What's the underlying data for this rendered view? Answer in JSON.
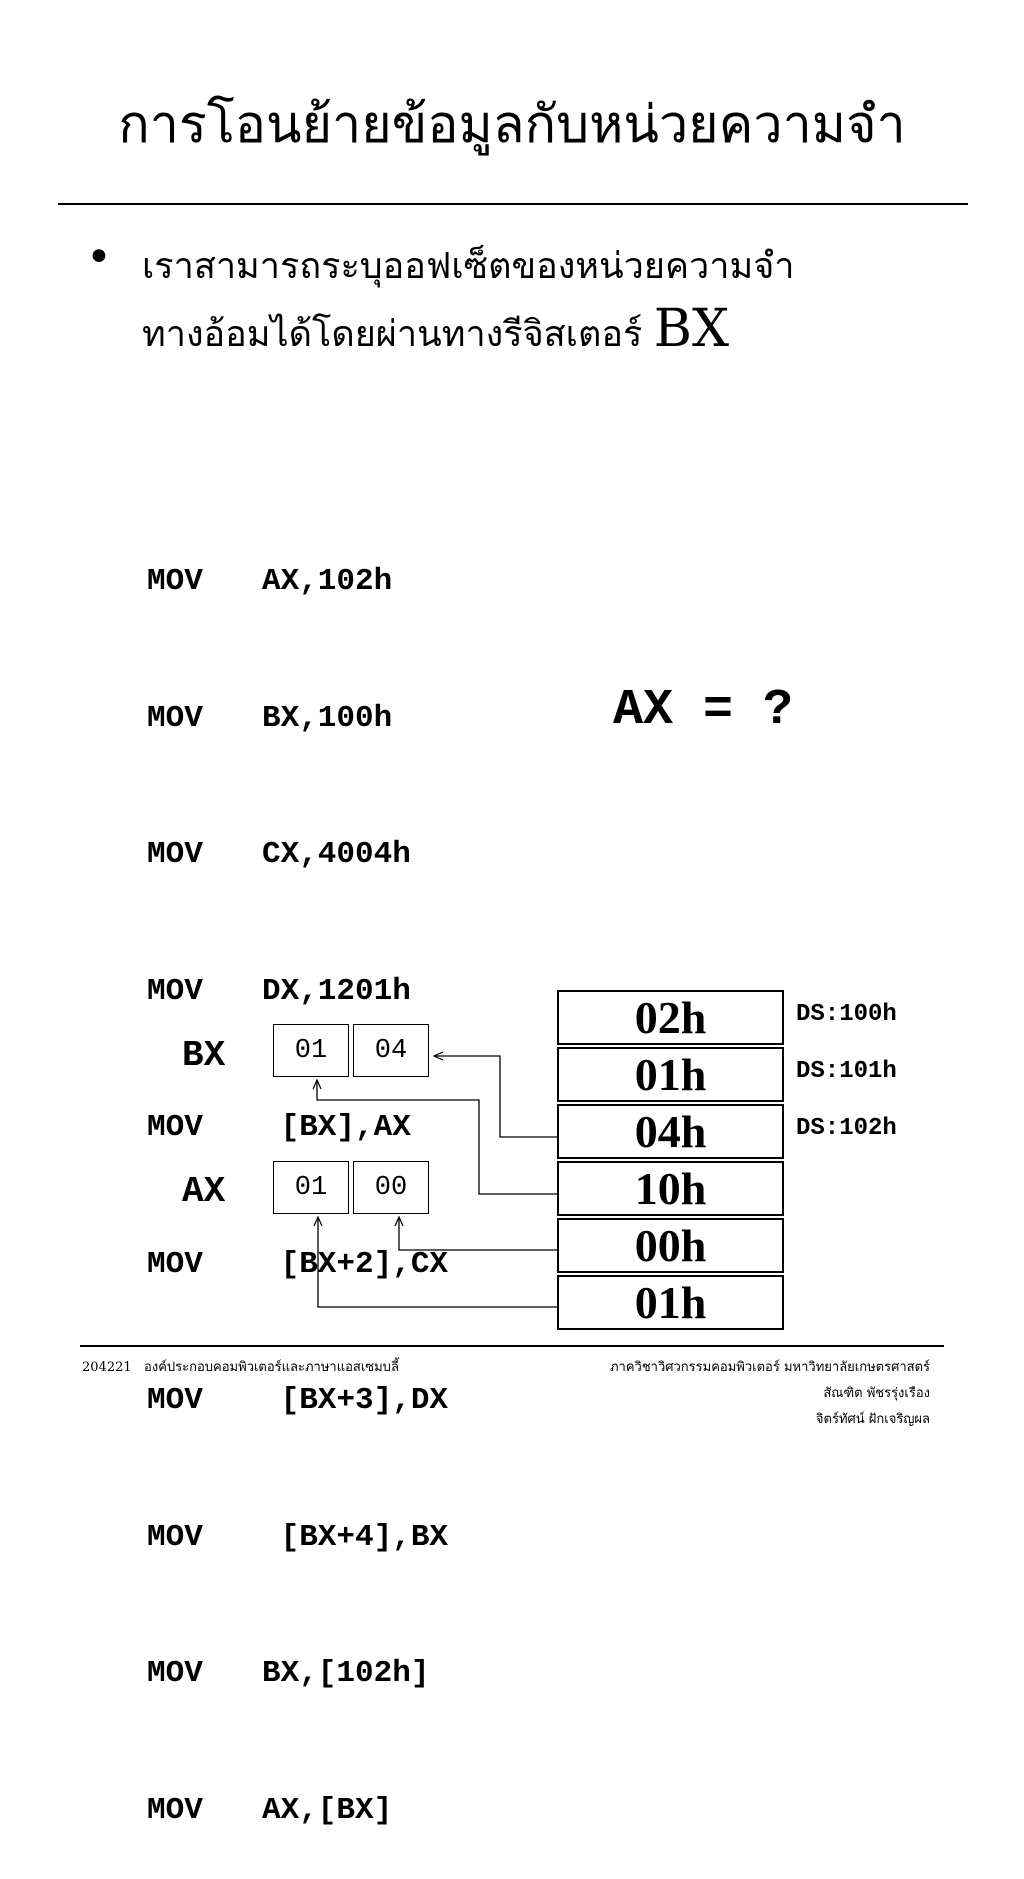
{
  "title": "การโอนย้ายข้อมูลกับหน่วยความจำ",
  "bullet": {
    "line1": "เราสามารถระบุออฟเซ็ตของหน่วยความจำ",
    "line2_text": "ทางอ้อมได้โดยผ่านทางรีจิสเตอร์",
    "line2_reg": "BX"
  },
  "code": [
    {
      "op": "MOV",
      "args": "AX,102h"
    },
    {
      "op": "MOV",
      "args": "BX,100h"
    },
    {
      "op": "MOV",
      "args": "CX,4004h"
    },
    {
      "op": "MOV",
      "args": "DX,1201h"
    },
    {
      "op": "MOV",
      "args": " [BX],AX"
    },
    {
      "op": "MOV",
      "args": " [BX+2],CX"
    },
    {
      "op": "MOV",
      "args": " [BX+3],DX"
    },
    {
      "op": "MOV",
      "args": " [BX+4],BX"
    },
    {
      "op": "MOV",
      "args": "BX,[102h]"
    },
    {
      "op": "MOV",
      "args": "AX,[BX]"
    }
  ],
  "question": "AX = ?",
  "registers": {
    "bx": {
      "label": "BX",
      "high": "01",
      "low": "04"
    },
    "ax": {
      "label": "AX",
      "high": "01",
      "low": "00"
    }
  },
  "memory": [
    "02h",
    "01h",
    "04h",
    "10h",
    "00h",
    "01h"
  ],
  "addresses": [
    "DS:100h",
    "DS:101h",
    "DS:102h"
  ],
  "footer": {
    "course_code": "204221",
    "course_name": "องค์ประกอบคอมพิวเตอร์และภาษาแอสเซมบลี้",
    "department": "ภาควิชาวิศวกรรมคอมพิวเตอร์ มหาวิทยาลัยเกษตรศาสตร์",
    "author1": "สัณฑิต  พัชรรุ่งเรือง",
    "author2": "จิตร์ทัศน์  ฝักเจริญผล"
  }
}
